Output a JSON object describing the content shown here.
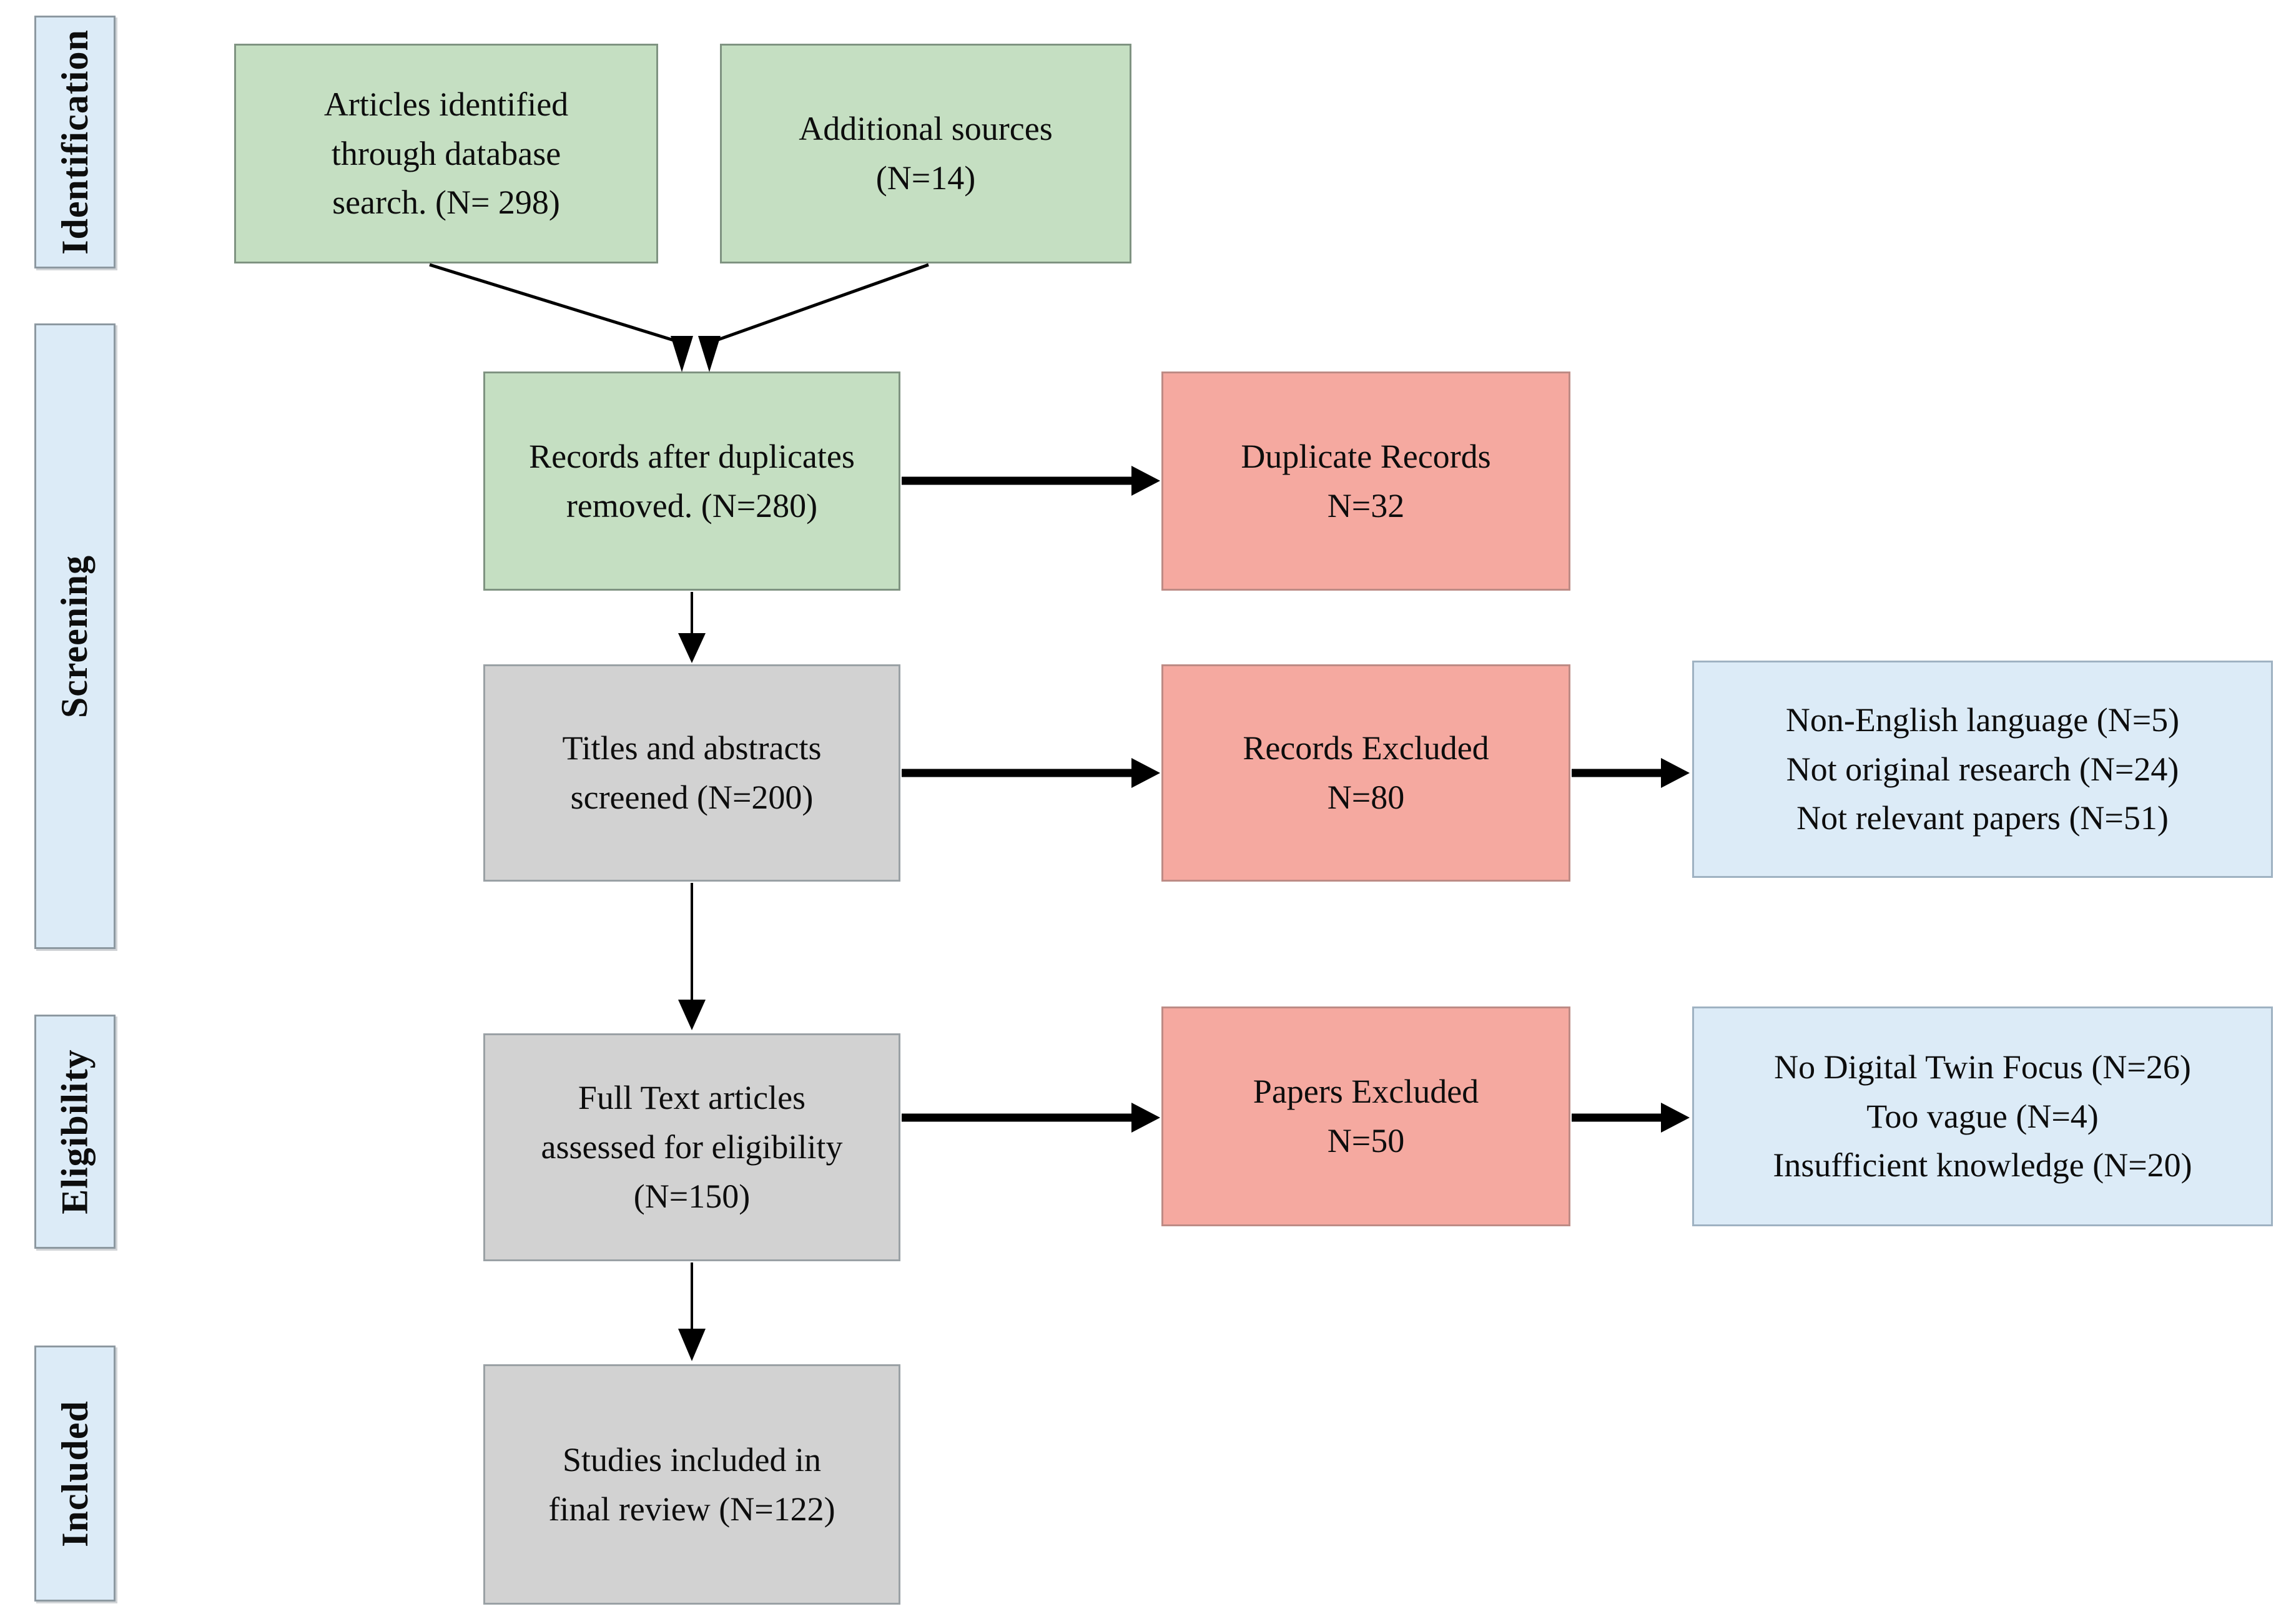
{
  "sidebar": {
    "stages": [
      {
        "label": "Identification"
      },
      {
        "label": "Screening"
      },
      {
        "label": "Eligibility"
      },
      {
        "label": "Included"
      }
    ]
  },
  "boxes": {
    "identified": {
      "lines": [
        "Articles identified",
        "through database",
        "search. (N= 298)"
      ]
    },
    "additional": {
      "lines": [
        "Additional sources",
        "(N=14)"
      ]
    },
    "deduplicated": {
      "lines": [
        "Records after duplicates",
        "removed. (N=280)"
      ]
    },
    "duplicates": {
      "lines": [
        "Duplicate Records",
        "N=32"
      ]
    },
    "screened": {
      "lines": [
        "Titles and abstracts",
        "screened (N=200)"
      ]
    },
    "records_excluded": {
      "lines": [
        "Records Excluded",
        "N=80"
      ]
    },
    "screening_reasons": {
      "lines": [
        "Non-English language (N=5)",
        "Not original research (N=24)",
        "Not relevant papers (N=51)"
      ]
    },
    "fulltext": {
      "lines": [
        "Full Text articles",
        "assessed for eligibility",
        "(N=150)"
      ]
    },
    "papers_excluded": {
      "lines": [
        "Papers Excluded",
        "N=50"
      ]
    },
    "eligibility_reasons": {
      "lines": [
        "No Digital Twin Focus (N=26)",
        "Too vague (N=4)",
        "Insufficient knowledge (N=20)"
      ]
    },
    "included_final": {
      "lines": [
        "Studies included in",
        "final review (N=122)"
      ]
    }
  },
  "colors": {
    "source_box_green": "#c5dfc2",
    "excluded_box_red": "#f5a9a0",
    "process_box_gray": "#d2d2d2",
    "reason_box_blue": "#dcebf7",
    "stage_label_blue": "#dcebf7",
    "arrow_black": "#000000"
  }
}
